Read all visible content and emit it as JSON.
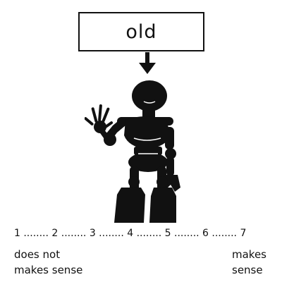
{
  "prompt": {
    "word": "old"
  },
  "figure": {
    "icon": "robot-waving-silhouette-icon",
    "color": "#111111"
  },
  "scale": {
    "text": "1 ........ 2 ........ 3 ........ 4 ........ 5 ........ 6 ........ 7",
    "points": [
      "1",
      "2",
      "3",
      "4",
      "5",
      "6",
      "7"
    ]
  },
  "anchors": {
    "left": {
      "line1": "does not",
      "line2": "makes sense"
    },
    "right": {
      "line1": "makes",
      "line2": "sense"
    }
  }
}
